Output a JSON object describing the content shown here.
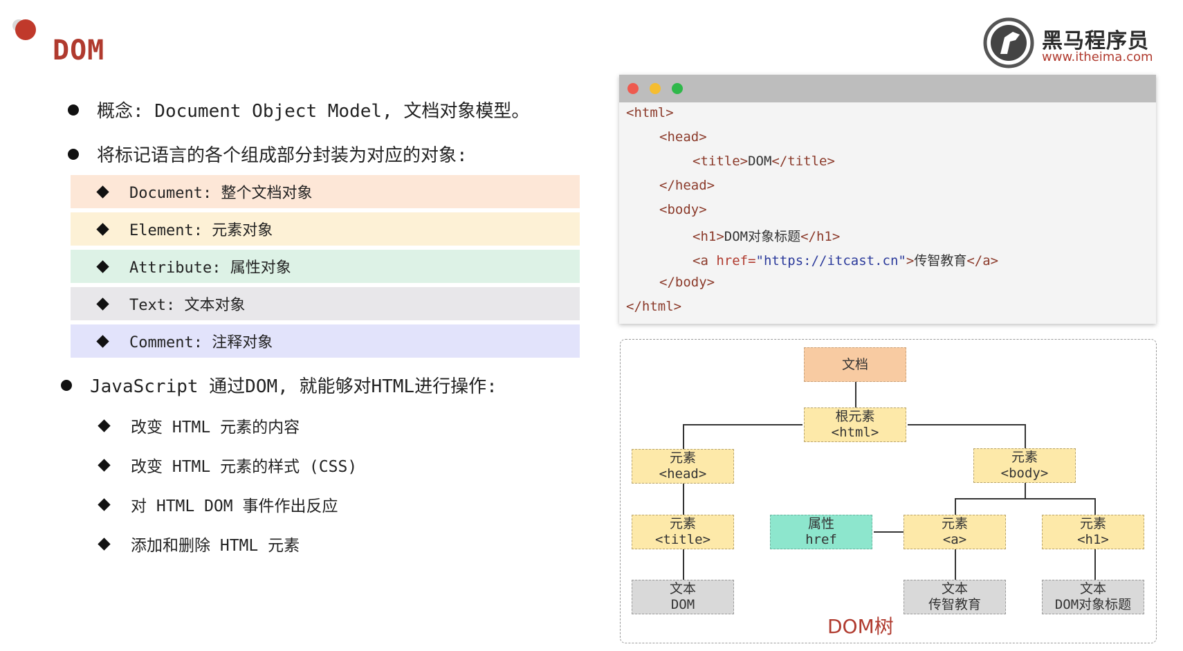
{
  "header": {
    "title": "DOM"
  },
  "logo": {
    "name": "黑马程序员",
    "url": "www.itheima.com"
  },
  "bullets": [
    {
      "text": "概念: Document Object Model, 文档对象模型。"
    },
    {
      "text": "将标记语言的各个组成部分封装为对应的对象:"
    }
  ],
  "objects": [
    {
      "label": "Document: 整个文档对象",
      "color": "#fde7d7"
    },
    {
      "label": "Element: 元素对象",
      "color": "#fdf1d6"
    },
    {
      "label": "Attribute: 属性对象",
      "color": "#ddf2e6"
    },
    {
      "label": "Text: 文本对象",
      "color": "#e8e7ea"
    },
    {
      "label": "Comment: 注释对象",
      "color": "#e2e3fb"
    }
  ],
  "js_bullet": {
    "text": "JavaScript 通过DOM, 就能够对HTML进行操作:"
  },
  "operations": [
    "改变 HTML 元素的内容",
    "改变 HTML 元素的样式 (CSS)",
    "对 HTML DOM 事件作出反应",
    "添加和删除 HTML 元素"
  ],
  "code": {
    "lines": [
      {
        "open": "<html>"
      },
      {
        "open": "<head>"
      },
      {
        "open": "<title>",
        "text": "DOM",
        "close": "</title>"
      },
      {
        "open": "</head>"
      },
      {
        "open": "<body>"
      },
      {
        "open": "<h1>",
        "text": "DOM对象标题",
        "close": "</h1>"
      },
      {
        "open": "<a ",
        "attr": "href=",
        "str": "\"https://itcast.cn\"",
        "open2": ">",
        "text": "传智教育",
        "close": "</a>"
      },
      {
        "open": "</body>"
      },
      {
        "open": "</html>"
      }
    ],
    "traffic_lights": [
      "#ee5a4f",
      "#f5bd30",
      "#2fb84a"
    ]
  },
  "tree": {
    "caption": "DOM树",
    "doc": {
      "line1": "文档"
    },
    "root": {
      "line1": "根元素",
      "line2": "<html>"
    },
    "head": {
      "line1": "元素",
      "line2": "<head>"
    },
    "body": {
      "line1": "元素",
      "line2": "<body>"
    },
    "title": {
      "line1": "元素",
      "line2": "<title>"
    },
    "attr": {
      "line1": "属性",
      "line2": "href"
    },
    "a": {
      "line1": "元素",
      "line2": "<a>"
    },
    "h1": {
      "line1": "元素",
      "line2": "<h1>"
    },
    "text_dom": {
      "line1": "文本",
      "line2": "DOM"
    },
    "text_a": {
      "line1": "文本",
      "line2": "传智教育"
    },
    "text_h1": {
      "line1": "文本",
      "line2": "DOM对象标题"
    }
  }
}
